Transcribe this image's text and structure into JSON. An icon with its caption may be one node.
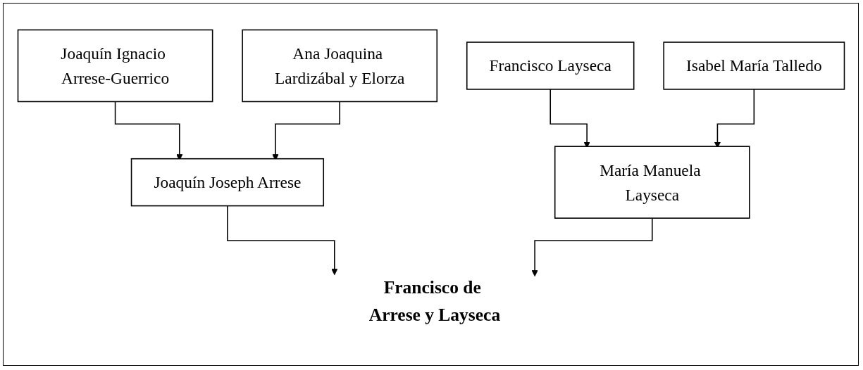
{
  "diagram": {
    "nodes": [
      {
        "text": [
          "Joaquín Ignacio Arrese-Guerrico"
        ]
      },
      {
        "text": [
          "Ana Joaquina Lardizábal y Elorza"
        ]
      },
      {
        "text": [
          "Francisco Layseca"
        ]
      },
      {
        "text": [
          "Isabel María Talledo"
        ]
      },
      {
        "text": [
          "Joaquín Joseph Arrese"
        ]
      },
      {
        "text": [
          "María Manuela Layseca"
        ]
      },
      {
        "text": [
          "Francisco de Arrese y Layseca"
        ]
      }
    ],
    "edges": [
      {
        "from": 0,
        "to": 4,
        "arrow": "to"
      },
      {
        "from": 1,
        "to": 4,
        "arrow": "to"
      },
      {
        "from": 2,
        "to": 5,
        "arrow": "to"
      },
      {
        "from": 3,
        "to": 5,
        "arrow": "to"
      },
      {
        "from": 4,
        "to": 6,
        "arrow": "to"
      },
      {
        "from": 5,
        "to": 6,
        "arrow": "to"
      }
    ]
  }
}
